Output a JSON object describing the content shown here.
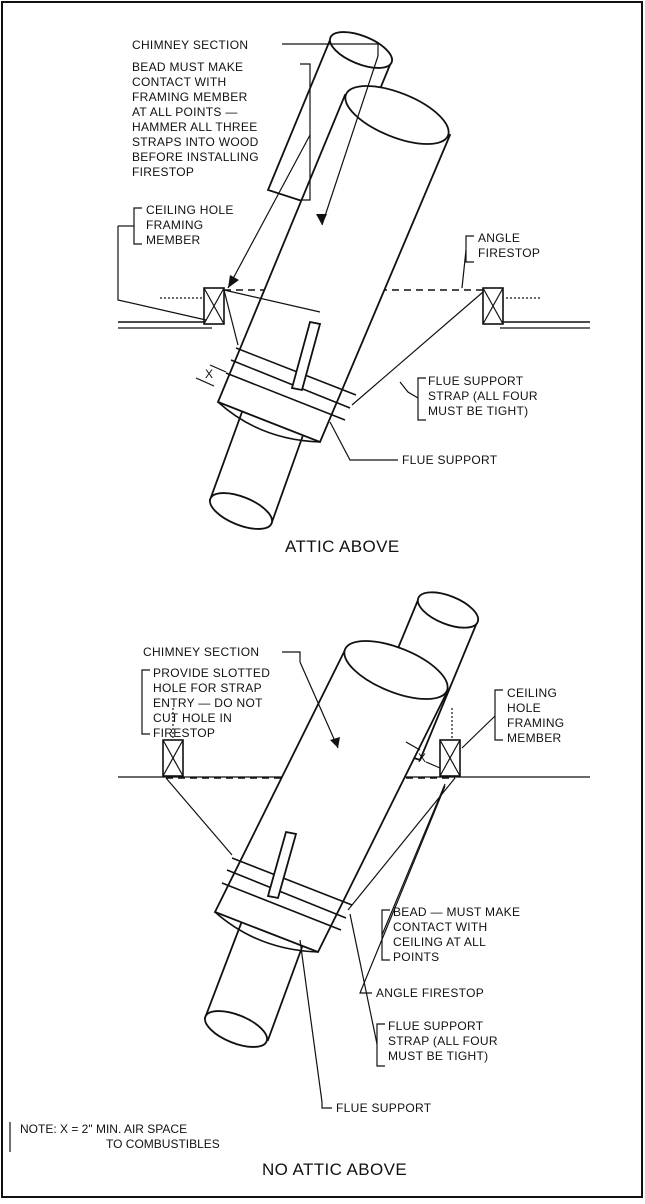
{
  "top": {
    "chimney_section": "CHIMNEY SECTION",
    "bead_lines": [
      "BEAD MUST MAKE",
      "CONTACT WITH",
      "FRAMING MEMBER",
      "AT ALL POINTS —",
      "HAMMER ALL THREE",
      "STRAPS INTO WOOD",
      "BEFORE INSTALLING",
      "FIRESTOP"
    ],
    "ceiling_hole_lines": [
      "CEILING HOLE",
      "FRAMING",
      "MEMBER"
    ],
    "angle_firestop_lines": [
      "ANGLE",
      "FIRESTOP"
    ],
    "x_mark": "X",
    "flue_strap_lines": [
      "FLUE SUPPORT",
      "STRAP (ALL FOUR",
      "MUST BE TIGHT)"
    ],
    "flue_support": "FLUE SUPPORT",
    "caption": "ATTIC ABOVE"
  },
  "bottom": {
    "chimney_section": "CHIMNEY SECTION",
    "slotted_lines": [
      "PROVIDE SLOTTED",
      "HOLE FOR STRAP",
      "ENTRY — DO NOT",
      "CUT HOLE IN",
      "FIRESTOP"
    ],
    "ceiling_hole_lines": [
      "CEILING",
      "HOLE",
      "FRAMING",
      "MEMBER"
    ],
    "x_mark": "X",
    "bead_lines": [
      "BEAD — MUST MAKE",
      "CONTACT WITH",
      "CEILING AT ALL",
      "POINTS"
    ],
    "angle_firestop": "ANGLE FIRESTOP",
    "flue_strap_lines": [
      "FLUE SUPPORT",
      "STRAP (ALL FOUR",
      "MUST BE TIGHT)"
    ],
    "flue_support": "FLUE SUPPORT",
    "note_lines": [
      "NOTE: X = 2\" MIN. AIR SPACE",
      "TO COMBUSTIBLES"
    ],
    "caption": "NO ATTIC ABOVE"
  }
}
